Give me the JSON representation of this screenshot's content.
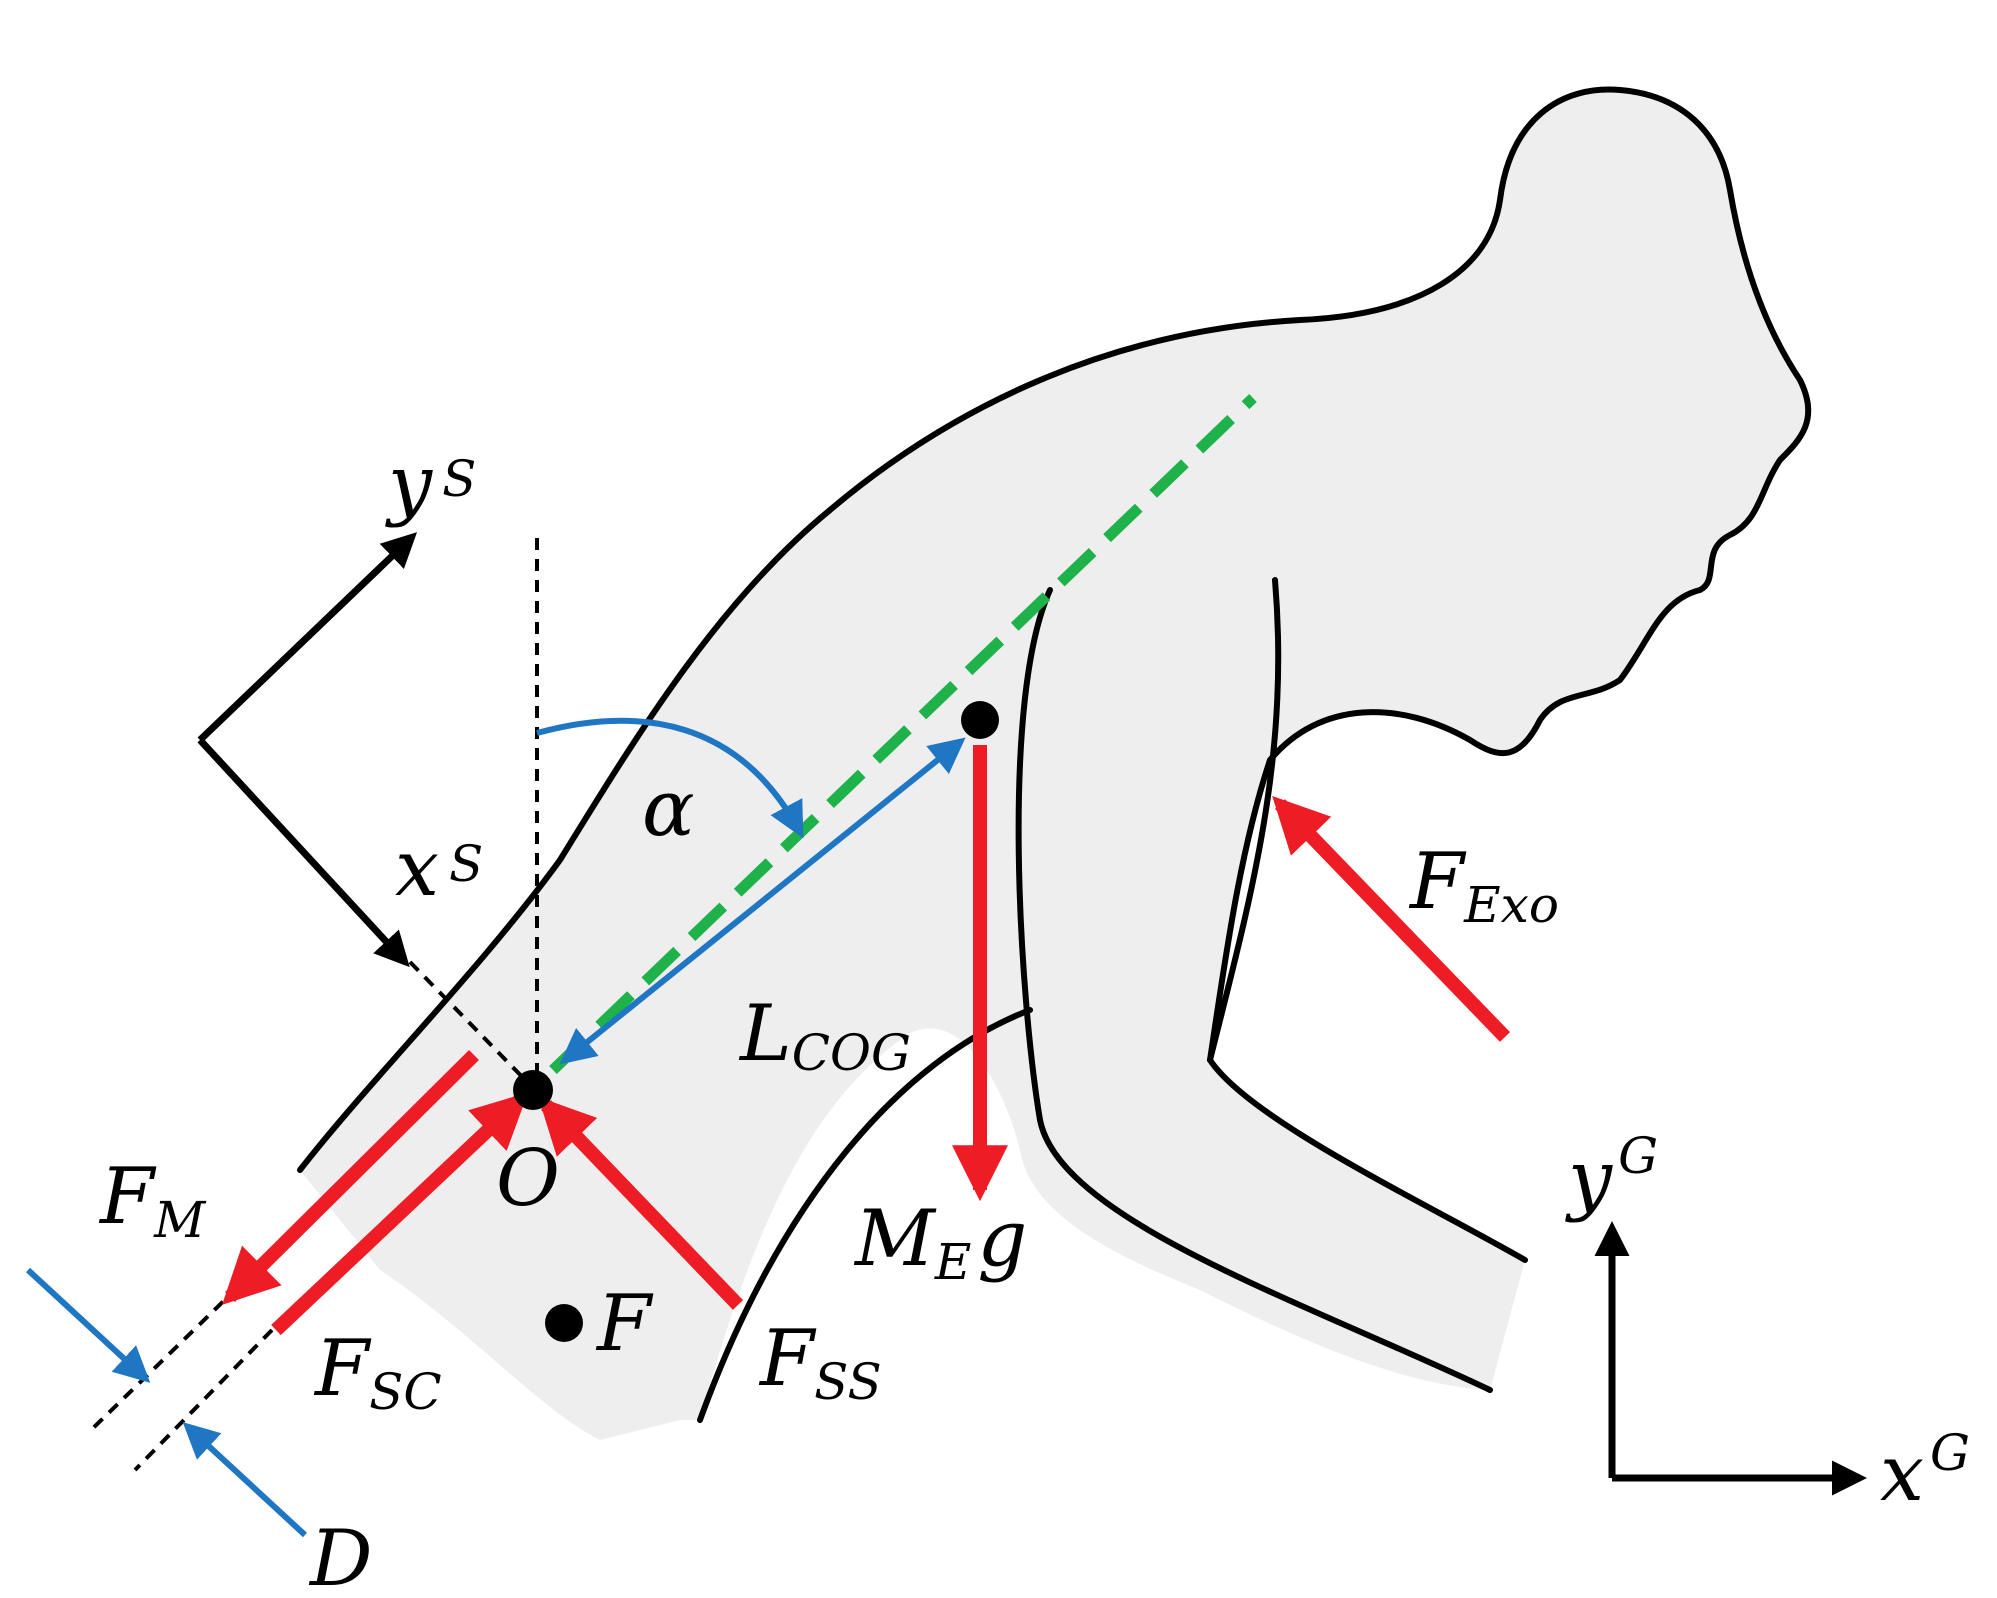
{
  "colors": {
    "force": "#ee1c25",
    "dimension": "#1f77c4",
    "spine": "#1fb14a",
    "body_fill": "#eeeeee",
    "outline": "#000000"
  },
  "labels": {
    "y_s": {
      "base": "y",
      "sup": "S"
    },
    "x_s": {
      "base": "x",
      "sup": "S"
    },
    "alpha": "α",
    "l_cog": {
      "base": "L",
      "sub": "COG"
    },
    "f_exo": {
      "base": "F",
      "sub": "Exo"
    },
    "origin": "O",
    "f_m": {
      "base": "F",
      "sub": "M"
    },
    "f_sc": {
      "base": "F",
      "sub": "SC"
    },
    "f_point": "F",
    "f_ss": {
      "base": "F",
      "sub": "SS"
    },
    "m_e_g": {
      "base": "M",
      "sub": "E",
      "tail": "g"
    },
    "d": "D",
    "y_g": {
      "base": "y",
      "sup": "G"
    },
    "x_g": {
      "base": "x",
      "sup": "G"
    }
  }
}
